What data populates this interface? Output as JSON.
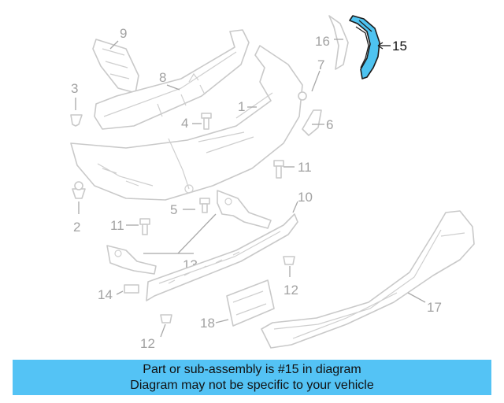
{
  "diagram": {
    "highlight_color": "#4ec3f0",
    "callouts": {
      "c1": "1",
      "c2": "2",
      "c3": "3",
      "c4": "4",
      "c5": "5",
      "c6": "6",
      "c7": "7",
      "c8": "8",
      "c9": "9",
      "c10": "10",
      "c11a": "11",
      "c11b": "11",
      "c12a": "12",
      "c12b": "12",
      "c13": "13",
      "c14": "14",
      "c15": "15",
      "c16": "16",
      "c17": "17",
      "c18": "18"
    }
  },
  "banner": {
    "line1": "Part or sub-assembly is #15 in diagram",
    "line2": "Diagram may not be specific to your vehicle",
    "background": "#54c3f5"
  }
}
